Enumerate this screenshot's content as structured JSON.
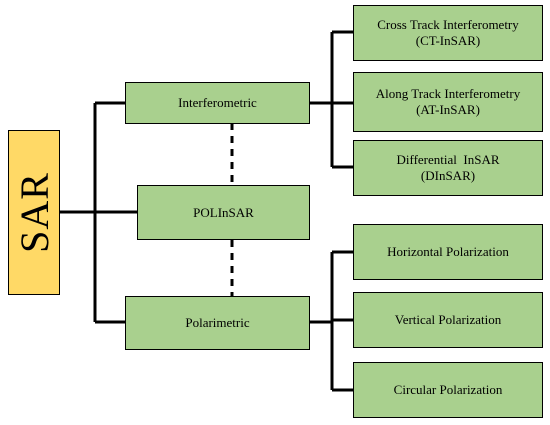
{
  "root": {
    "label": "SAR"
  },
  "categories": [
    {
      "label": "Interferometric"
    },
    {
      "label": "POLInSAR"
    },
    {
      "label": "Polarimetric"
    }
  ],
  "interferometric_types": [
    {
      "line1": "Cross Track Interferometry",
      "line2": "(CT-InSAR)"
    },
    {
      "line1": "Along Track Interferometry",
      "line2": "(AT-InSAR)"
    },
    {
      "line1": "Differential  InSAR",
      "line2": "(DInSAR)"
    }
  ],
  "polarimetric_types": [
    {
      "label": "Horizontal Polarization"
    },
    {
      "label": "Vertical Polarization"
    },
    {
      "label": "Circular Polarization"
    }
  ],
  "colors": {
    "root_fill": "#ffd966",
    "node_fill": "#a9d08e",
    "line": "#000000"
  }
}
